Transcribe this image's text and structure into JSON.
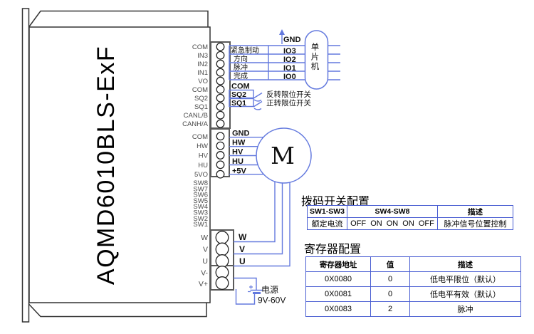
{
  "device": {
    "model": "AQMD6010BLS-ExF"
  },
  "connector1": {
    "pins": [
      "COM",
      "IN3",
      "IN2",
      "IN1",
      "VO",
      "COM",
      "SQ2",
      "SQ1",
      "CANL/B",
      "CANH/A"
    ]
  },
  "connector2": {
    "pins": [
      "COM",
      "HW",
      "HV",
      "HU",
      "5VO"
    ]
  },
  "dip_pins": [
    "SW8",
    "SW7",
    "SW6",
    "SW5",
    "SW4",
    "SW3",
    "SW2",
    "SW1"
  ],
  "power_pins": [
    "W",
    "V",
    "U",
    "V-",
    "V+"
  ],
  "signals": {
    "inputs": [
      "紧急制动",
      "方向",
      "脉冲",
      "完成"
    ],
    "com": "COM",
    "sq2": "SQ2",
    "sq1": "SQ1",
    "sq2_desc": "反转限位开关",
    "sq1_desc": "正转限位开关"
  },
  "mcu": {
    "chars": [
      "单",
      "片",
      "机"
    ],
    "gnd": "GND",
    "io": [
      "IO3",
      "IO2",
      "IO1",
      "IO0"
    ]
  },
  "hall": {
    "labels": [
      "GND",
      "HW",
      "HV",
      "HU",
      "+5V"
    ]
  },
  "motor": {
    "label": "M"
  },
  "phase": {
    "labels": [
      "W",
      "V",
      "U"
    ]
  },
  "power": {
    "label": "电源",
    "range": "9V-60V"
  },
  "dip_table": {
    "title": "拨码开关配置",
    "headers": [
      "SW1-SW3",
      "SW4-SW8",
      "描述"
    ],
    "rows": [
      [
        "额定电流",
        "OFF ON ON ON OFF",
        "脉冲信号位置控制"
      ]
    ]
  },
  "reg_table": {
    "title": "寄存器配置",
    "headers": [
      "寄存器地址",
      "值",
      "描述"
    ],
    "rows": [
      [
        "0X0080",
        "0",
        "低电平限位（默认）"
      ],
      [
        "0X0081",
        "0",
        "低电平有效（默认）"
      ],
      [
        "0X0083",
        "2",
        "脉冲"
      ]
    ]
  },
  "colors": {
    "wire_blue": "#6379DE",
    "table_border": "#4a5ed2",
    "outline": "#333333"
  }
}
